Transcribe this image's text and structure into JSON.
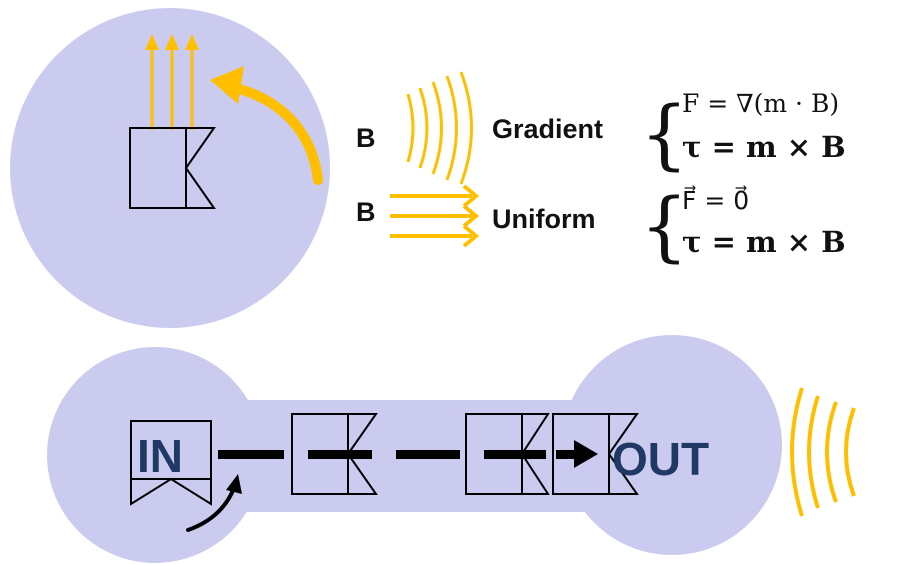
{
  "colors": {
    "region": "#cbcbf0",
    "field": "#ffbf00",
    "io_text": "#1f3864",
    "line": "#000000"
  },
  "top": {
    "gradient": {
      "field_label": "B",
      "title": "Gradient",
      "eq_force": "F = ∇(m · B)",
      "eq_torque": "τ = m × B"
    },
    "uniform": {
      "field_label": "B",
      "title": "Uniform",
      "eq_force": "F⃗ = 0⃗",
      "eq_torque": "τ = m × B"
    }
  },
  "bottom": {
    "in_label": "IN",
    "out_label": "OUT"
  }
}
